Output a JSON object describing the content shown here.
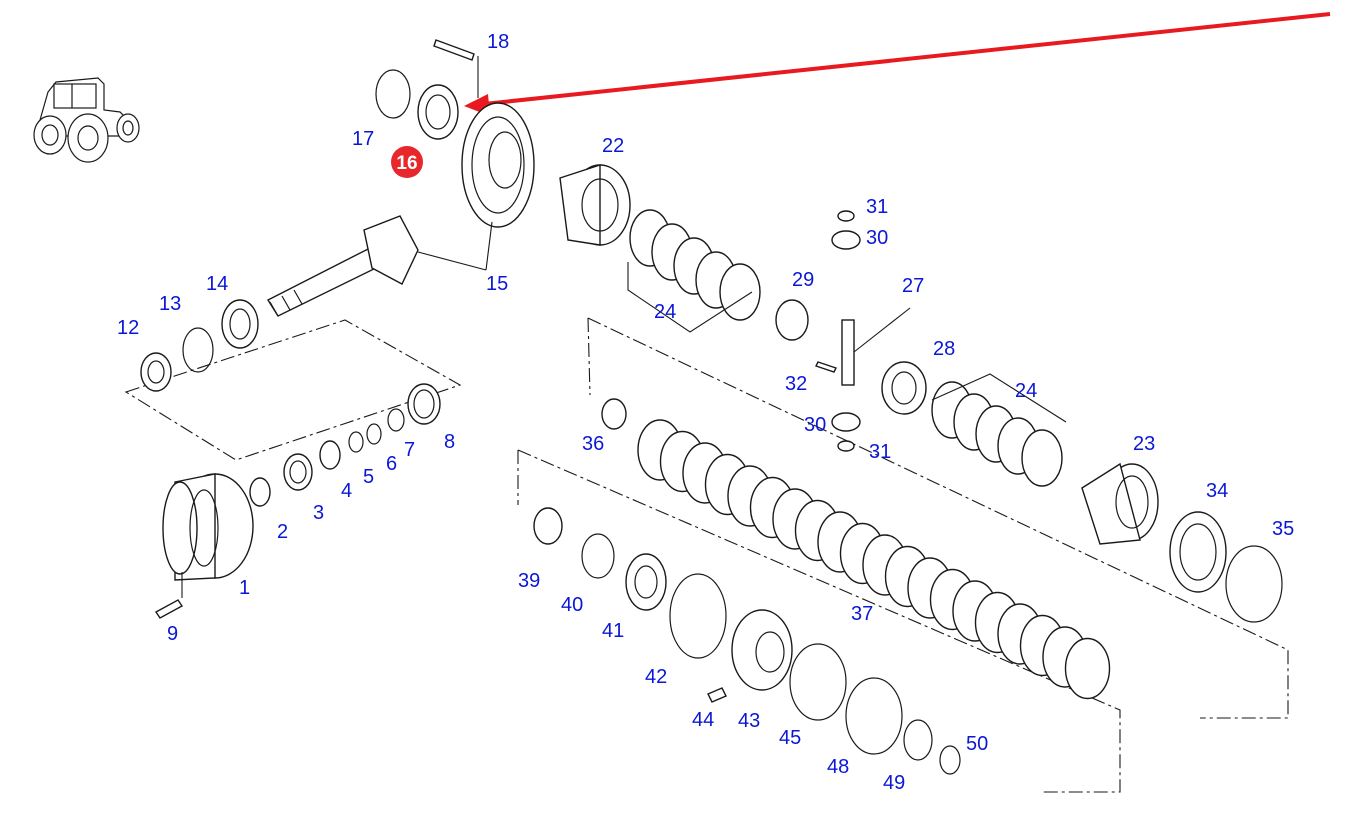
{
  "diagram": {
    "labels": [
      "1",
      "2",
      "3",
      "4",
      "5",
      "6",
      "7",
      "8",
      "9",
      "12",
      "13",
      "14",
      "15",
      "17",
      "18",
      "22",
      "23",
      "24",
      "24",
      "27",
      "28",
      "29",
      "30",
      "30",
      "31",
      "31",
      "32",
      "34",
      "35",
      "36",
      "37",
      "39",
      "40",
      "41",
      "42",
      "43",
      "44",
      "45",
      "48",
      "49",
      "50"
    ],
    "highlighted_part": "16",
    "colors": {
      "label": "#0b17d6",
      "highlight_badge": "#e8272c",
      "pointer_arrow": "#e8191f",
      "line_art": "#1a1a1a"
    },
    "icons": [
      "tractor-icon"
    ]
  }
}
